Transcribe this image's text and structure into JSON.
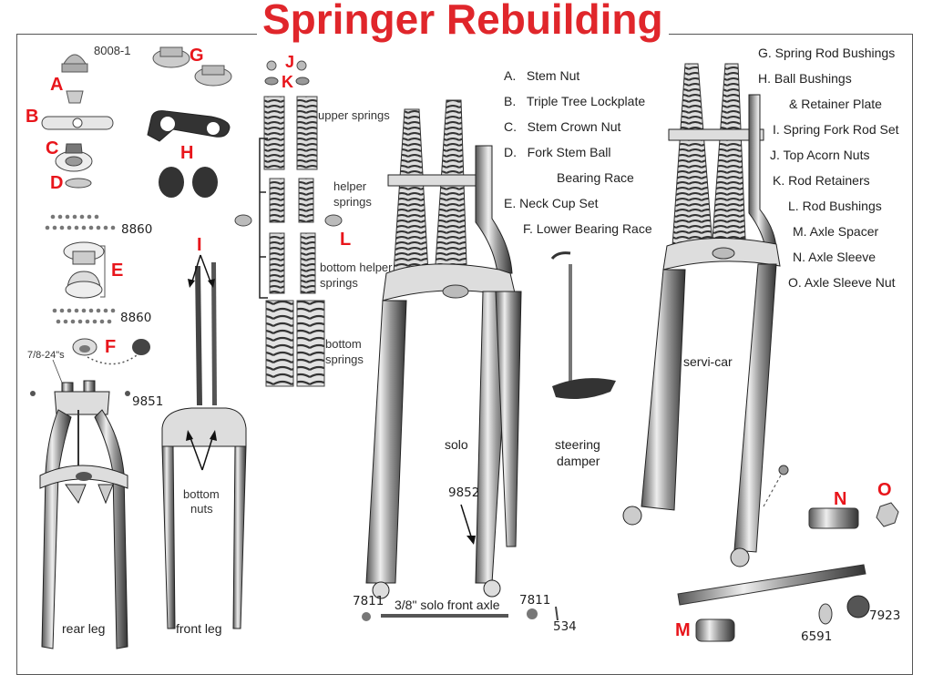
{
  "title": "Springer Rebuilding",
  "legend": {
    "left_column": [
      {
        "letter": "A.",
        "name": "Stem Nut"
      },
      {
        "letter": "B.",
        "name": "Triple Tree Lockplate"
      },
      {
        "letter": "C.",
        "name": "Stem Crown Nut"
      },
      {
        "letter": "D.",
        "name": "Fork Stem Ball"
      },
      {
        "letter": "",
        "name": "Bearing Race"
      },
      {
        "letter": "E.",
        "name": "Neck Cup Set"
      },
      {
        "letter": "F.",
        "name": "Lower Bearing Race"
      }
    ],
    "right_column": [
      "G. Spring Rod Bushings",
      "H. Ball Bushings",
      "& Retainer Plate",
      "I. Spring Fork Rod Set",
      "J. Top Acorn Nuts",
      "K. Rod Retainers",
      "L. Rod Bushings",
      "M. Axle Spacer",
      "N. Axle Sleeve",
      "O.  Axle Sleeve Nut"
    ]
  },
  "callout_letters": {
    "A": "A",
    "B": "B",
    "C": "C",
    "D": "D",
    "E": "E",
    "F": "F",
    "G": "G",
    "H": "H",
    "I": "I",
    "J": "J",
    "K": "K",
    "L": "L",
    "M": "M",
    "N": "N",
    "O": "O"
  },
  "part_numbers": {
    "acorn_nut": "8008-1",
    "balls_top": "8860",
    "balls_bottom": "8860",
    "thread_spec": "7/8-24\"s",
    "rear_leg_bolt": "9851",
    "solo_bolt": "9852",
    "axle_nut_left": "7811",
    "axle_nut_right": "7811",
    "cotter_pin": "534",
    "washer": "6591",
    "castle_nut": "7923"
  },
  "spring_labels": {
    "upper": "upper springs",
    "helper_1": "helper",
    "helper_2": "springs",
    "bottom_helper_1": "bottom helper",
    "bottom_helper_2": "springs",
    "bottom_1": "bottom",
    "bottom_2": "springs"
  },
  "captions": {
    "bottom_nuts_1": "bottom",
    "bottom_nuts_2": "nuts",
    "rear_leg": "rear leg",
    "front_leg": "front leg",
    "solo": "solo",
    "steering_1": "steering",
    "steering_2": "damper",
    "servi_car": "servi-car",
    "solo_axle": "3/8\" solo front axle"
  },
  "colors": {
    "title_red": "#e0262b",
    "callout_red": "#e8151b",
    "ink": "#222222",
    "metal": "#b8b8b8"
  }
}
